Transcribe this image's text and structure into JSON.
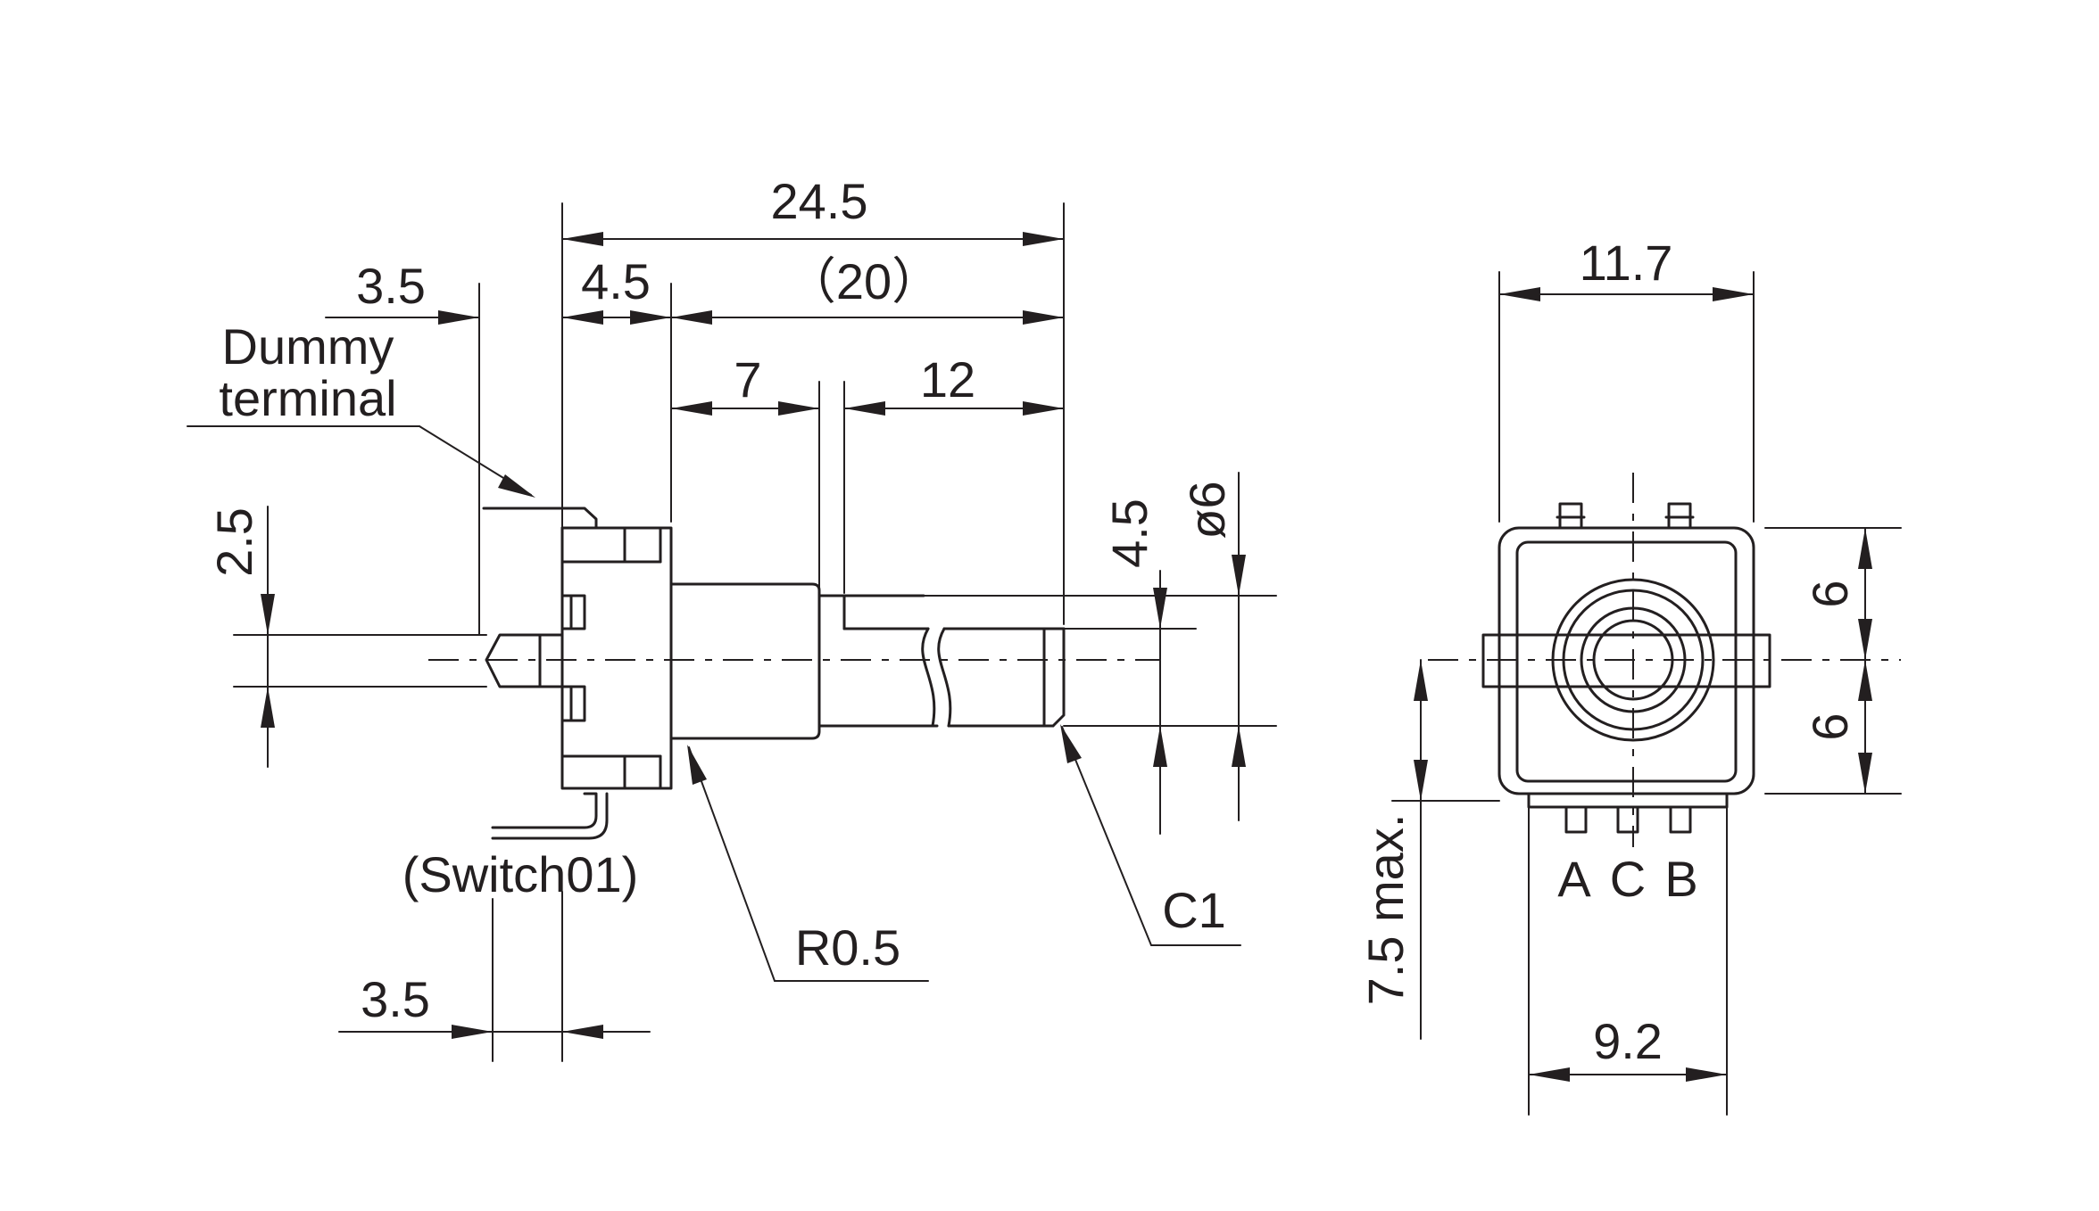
{
  "side_view": {
    "dim_overall_length": "24.5",
    "dim_terminal_offset_top": "3.5",
    "dim_body_depth": "4.5",
    "dim_shaft_length_ref": "（20）",
    "dim_shaft_step": "7",
    "dim_shaft_tip": "12",
    "dim_pin_spacing": "2.5",
    "dim_flat_height": "4.5",
    "dim_shaft_diameter": "ø6",
    "label_dummy_line1": "Dummy",
    "label_dummy_line2": "terminal",
    "label_switch": "(Switch01)",
    "dim_terminal_offset_bottom": "3.5",
    "label_fillet": "R0.5",
    "label_chamfer": "C1"
  },
  "front_view": {
    "dim_width": "11.7",
    "dim_half_height_top": "6",
    "dim_half_height_bottom": "6",
    "dim_height_max": "7.5 max.",
    "dim_terminal_span": "9.2",
    "pin_a": "A",
    "pin_c": "C",
    "pin_b": "B"
  },
  "colors": {
    "ink": "#231f20",
    "paper": "#ffffff"
  }
}
